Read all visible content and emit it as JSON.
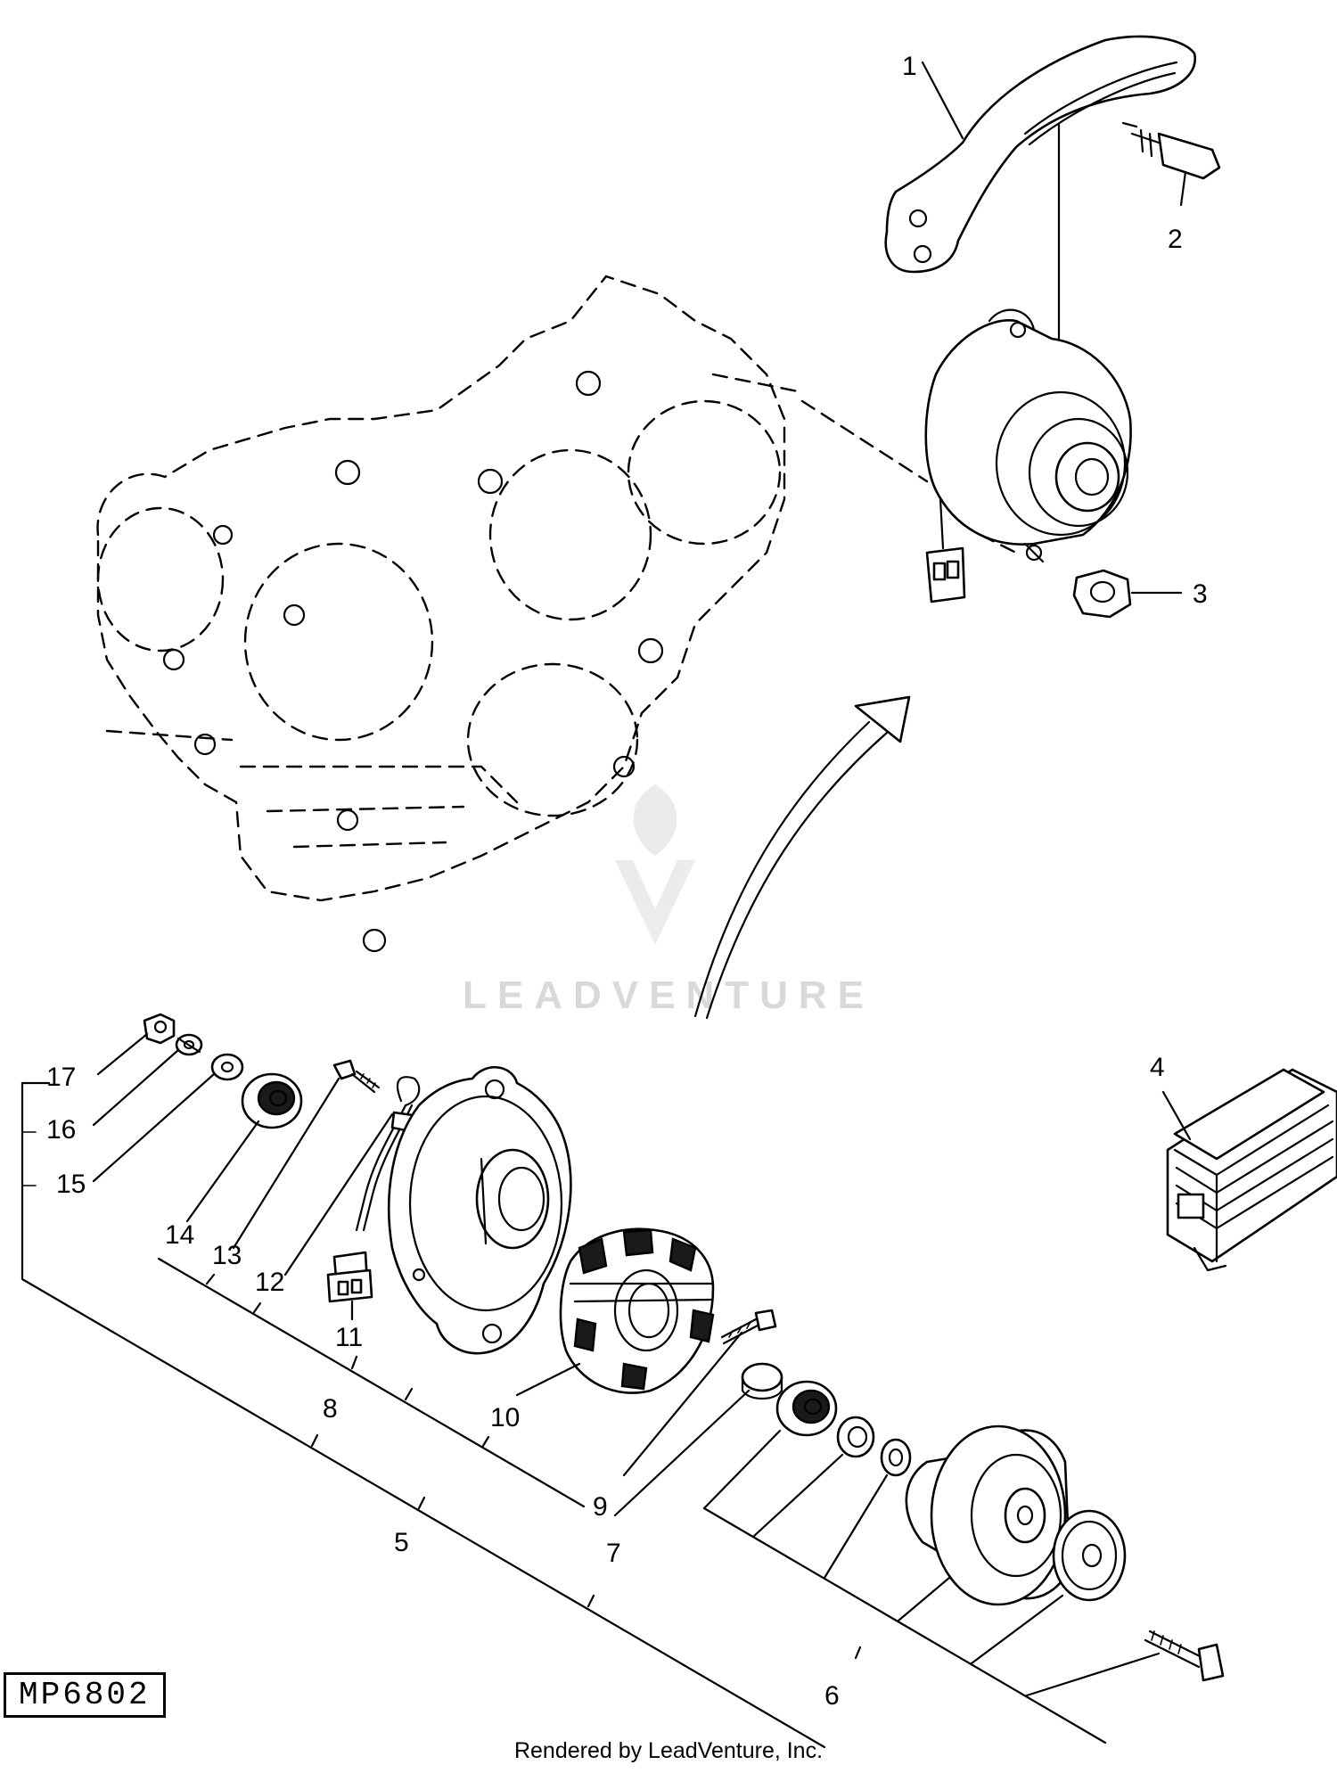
{
  "diagram": {
    "callouts": [
      "1",
      "2",
      "3",
      "4",
      "5",
      "6",
      "7",
      "8",
      "9",
      "10",
      "11",
      "12",
      "13",
      "14",
      "15",
      "16",
      "17"
    ],
    "code": "MP6802",
    "credit": "Rendered by LeadVenture, Inc.",
    "watermark": "LEADVENTURE"
  },
  "colors": {
    "ink": "#000000",
    "watermark": "#d9d9d9",
    "background": "#ffffff"
  }
}
